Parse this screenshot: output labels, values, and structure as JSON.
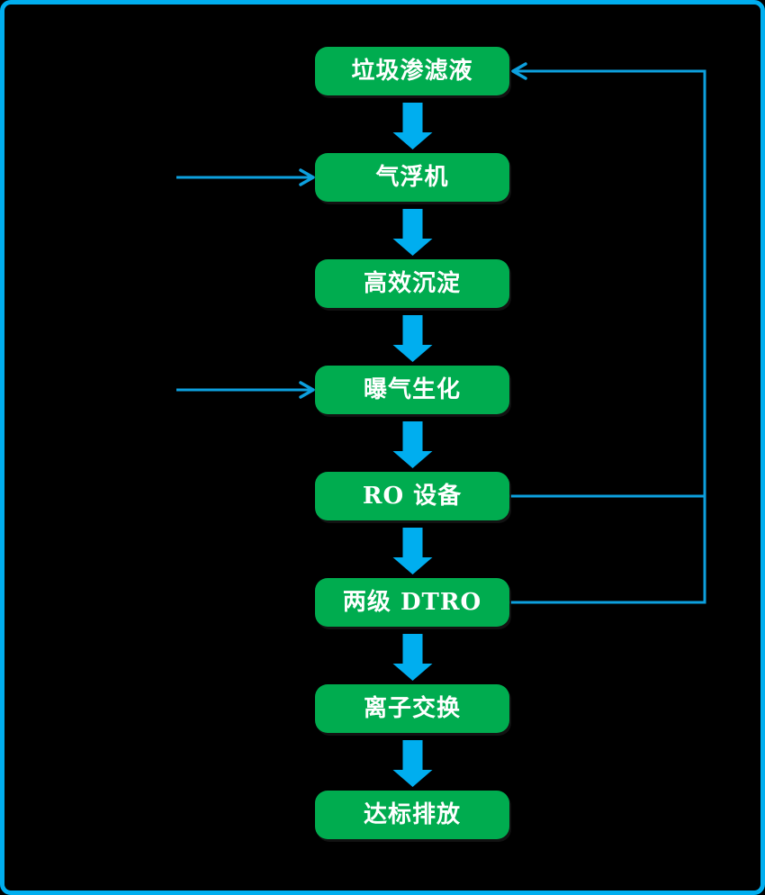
{
  "diagram": {
    "nodes": [
      {
        "id": "landfill-leachate",
        "label": "垃圾渗滤液"
      },
      {
        "id": "air-flotation",
        "label": "气浮机"
      },
      {
        "id": "high-eff-sedimentation",
        "label": "高效沉淀"
      },
      {
        "id": "aeration-biochemical",
        "label": "曝气生化"
      },
      {
        "id": "ro-equipment",
        "label": "RO 设备"
      },
      {
        "id": "two-stage-dtro",
        "label": "两级 DTRO"
      },
      {
        "id": "ion-exchange",
        "label": "离子交换"
      },
      {
        "id": "standard-discharge",
        "label": "达标排放"
      }
    ],
    "edges": [
      {
        "from": "landfill-leachate",
        "to": "air-flotation",
        "style": "block-arrow-down"
      },
      {
        "from": "air-flotation",
        "to": "high-eff-sedimentation",
        "style": "block-arrow-down"
      },
      {
        "from": "high-eff-sedimentation",
        "to": "aeration-biochemical",
        "style": "block-arrow-down"
      },
      {
        "from": "aeration-biochemical",
        "to": "ro-equipment",
        "style": "block-arrow-down"
      },
      {
        "from": "ro-equipment",
        "to": "two-stage-dtro",
        "style": "block-arrow-down"
      },
      {
        "from": "two-stage-dtro",
        "to": "ion-exchange",
        "style": "block-arrow-down"
      },
      {
        "from": "ion-exchange",
        "to": "standard-discharge",
        "style": "block-arrow-down"
      },
      {
        "from": "external-left",
        "to": "air-flotation",
        "style": "thin-arrow-right"
      },
      {
        "from": "external-left",
        "to": "aeration-biochemical",
        "style": "thin-arrow-right"
      },
      {
        "from": "ro-equipment",
        "to": "landfill-leachate",
        "style": "thin-return-loop-right"
      },
      {
        "from": "two-stage-dtro",
        "to": "landfill-leachate",
        "style": "thin-return-loop-right"
      }
    ]
  },
  "colors": {
    "background": "#000000",
    "border_blue": "#00AEEF",
    "arrow_blue": "#00AEEF",
    "line_blue": "#0DA0DE",
    "node_green": "#00AC4F",
    "text_white": "#FFFFFF"
  }
}
